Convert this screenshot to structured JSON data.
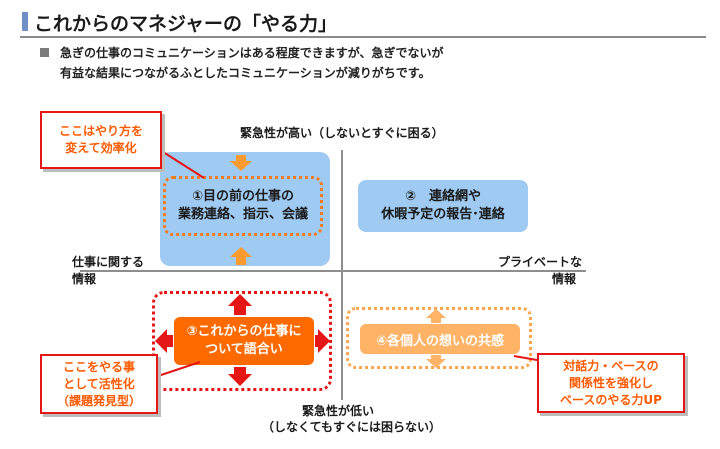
{
  "title": "これからのマネジャーの「やる力」",
  "bullet": {
    "line1": "急ぎの仕事のコミュニケーションはある程度できますが、急ぎでないが",
    "line2": "有益な結果につながるふとしたコミュニケーションが減りがちです。"
  },
  "axes": {
    "top": "緊急性が高い（しないとすぐに困る）",
    "bottom_line1": "緊急性が低い",
    "bottom_line2": "（しなくてもすぐには困らない）",
    "left_line1": "仕事に関する",
    "left_line2": "情報",
    "right_line1": "プライベートな",
    "right_line2": "情報"
  },
  "quadrants": {
    "q1": {
      "line1": "①目の前の仕事の",
      "line2": "業務連絡、指示、会議"
    },
    "q2": {
      "line1": "②　連絡網や",
      "line2": "休暇予定の報告･連絡"
    },
    "q3": {
      "line1": "③これからの仕事に",
      "line2": "ついて語合い"
    },
    "q4": {
      "text": "④各個人の想いの共感"
    }
  },
  "callouts": {
    "c1": {
      "line1": "ここはやり方を",
      "line2": "変えて効率化"
    },
    "c2": {
      "line1": "ここをやる事",
      "line2": "として活性化",
      "line3": "（課題発見型）"
    },
    "c3": {
      "line1": "対話力・ベースの",
      "line2": "関係性を強化し",
      "line3": "ベースのやる力UP"
    }
  },
  "colors": {
    "accent_bar": "#6f8fc7",
    "q1_q2_fill": "#9fcaf2",
    "q3_fill": "#ff6a00",
    "q4_fill": "#ffb366",
    "red_border": "#e41616",
    "orange_arrow": "#ff9a2e",
    "red_arrow": "#e41616",
    "callout_text": "#ff5a00"
  }
}
